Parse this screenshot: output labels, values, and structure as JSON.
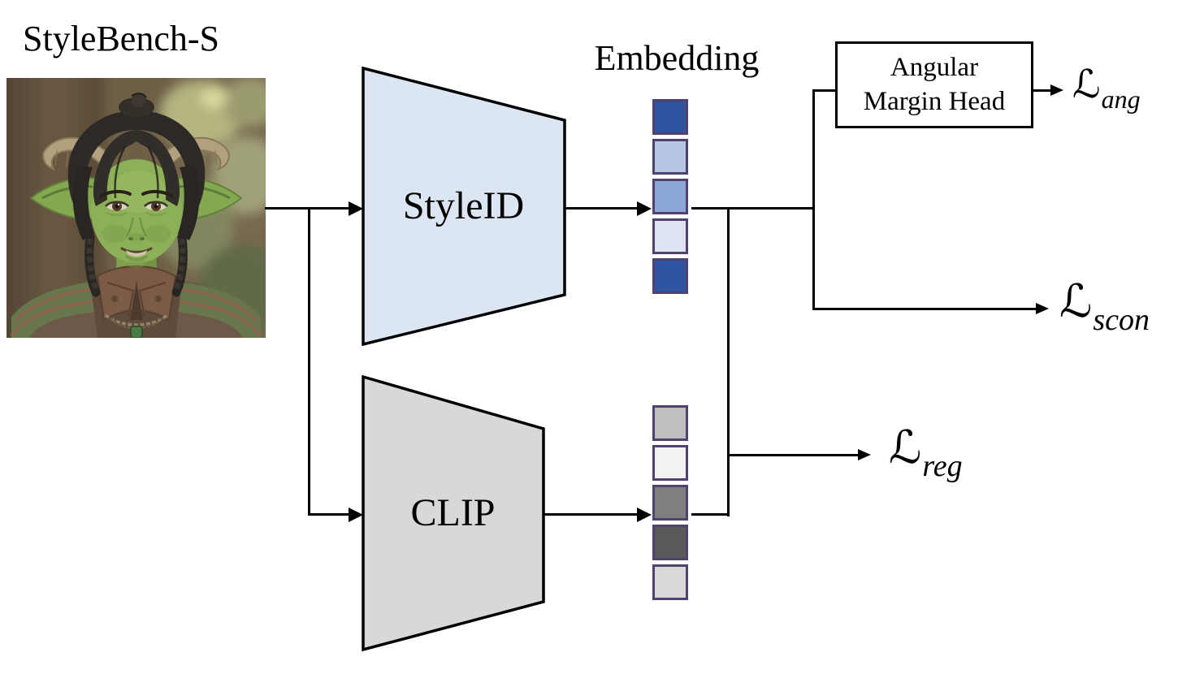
{
  "title": "StyleBench-S",
  "embedding_label": "Embedding",
  "encoders": {
    "styleid": "StyleID",
    "clip": "CLIP"
  },
  "angular_margin_head": {
    "line1": "Angular",
    "line2": "Margin Head"
  },
  "losses": {
    "ang": {
      "symbol": "ℒ",
      "subscript": "ang"
    },
    "scon": {
      "symbol": "ℒ",
      "subscript": "scon"
    },
    "reg": {
      "symbol": "ℒ",
      "subscript": "reg"
    }
  },
  "embedding": {
    "style_colors": [
      "#2e54a2",
      "#b6c7e6",
      "#8ca6d8",
      "#dde3f3",
      "#2e54a2"
    ],
    "clip_colors": [
      "#bfbfbf",
      "#f2f2f2",
      "#7f7f7f",
      "#595959",
      "#d9d9d9"
    ],
    "square_border": "#50426e"
  },
  "colors": {
    "styleid_fill": "#dce6f2",
    "clip_fill": "#d8d8d8",
    "line": "#000000",
    "box_fill": "#ffffff"
  }
}
